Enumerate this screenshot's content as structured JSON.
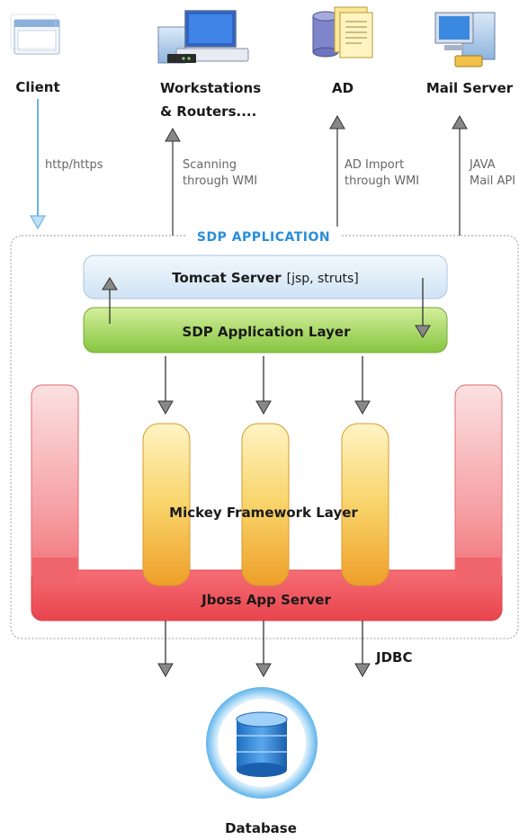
{
  "nodes": {
    "client": {
      "label": "Client",
      "icon": "application-window-icon"
    },
    "workstations": {
      "label_line1": "Workstations",
      "label_line2": "& Routers....",
      "icon": "network-computers-icon"
    },
    "ad": {
      "label": "AD",
      "icon": "directory-database-icon"
    },
    "mail_server": {
      "label": "Mail Server",
      "icon": "mail-server-icon"
    },
    "database": {
      "label": "Database",
      "icon": "database-icon"
    }
  },
  "edges": {
    "client_protocol": "http/https",
    "scanning_line1": "Scanning",
    "scanning_line2": "through WMI",
    "ad_import_line1": "AD Import",
    "ad_import_line2": "through WMI",
    "mail_line1": "JAVA",
    "mail_line2": "Mail API",
    "jdbc": "JDBC"
  },
  "application": {
    "title": "SDP APPLICATION",
    "tomcat_bold": "Tomcat Server",
    "tomcat_detail": "[jsp, struts]",
    "app_layer": "SDP Application Layer",
    "framework_layer": "Mickey Framework Layer",
    "jboss": "Jboss App Server"
  },
  "colors": {
    "client_arrow": "#6fb2e0",
    "section_title": "#2a8ed8",
    "tomcat_fill": "#dcecf8",
    "app_layer_fill": "#a8d86a",
    "jboss_fill": "#f25c64",
    "framework_fill": "#f5b63a"
  }
}
